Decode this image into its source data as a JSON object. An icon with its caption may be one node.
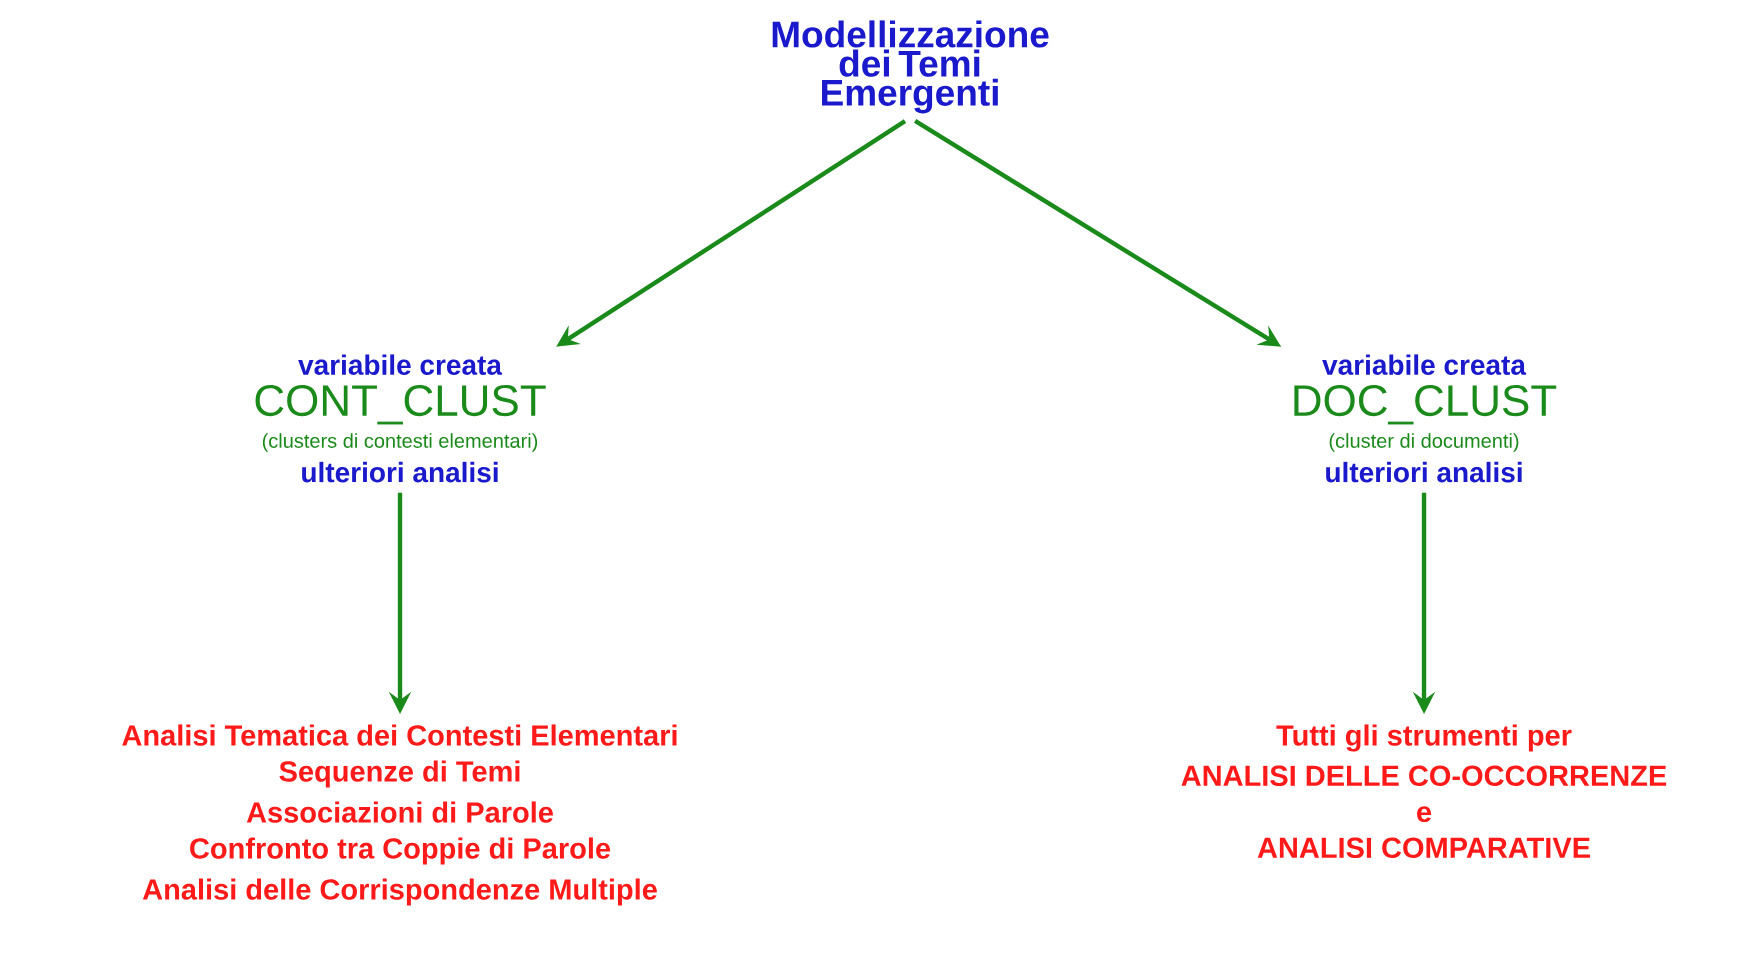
{
  "diagram": {
    "nodes": [
      {
        "text": [
          "Modellizzazione dei Temi Emergenti"
        ]
      },
      {
        "text": [
          "variabile creata",
          "CONT_CLUST",
          "(clusters di contesti elementari)",
          "ulteriori analisi"
        ]
      },
      {
        "text": [
          "variabile creata",
          "DOC_CLUST",
          "(cluster di documenti)",
          "ulteriori analisi"
        ]
      },
      {
        "text": [
          "Analisi Tematica dei Contesti Elementari",
          "Sequenze di Temi",
          "Associazioni di Parole",
          "Confronto tra Coppie di Parole",
          "Analisi delle Corrispondenze Multiple"
        ]
      },
      {
        "text": [
          "Tutti gli strumenti per",
          "ANALISI DELLE CO-OCCORRENZE",
          "e",
          "ANALISI COMPARATIVE"
        ]
      }
    ],
    "edges": [
      {
        "from": 0,
        "to": 1,
        "arrow": "to"
      },
      {
        "from": 0,
        "to": 2,
        "arrow": "to"
      },
      {
        "from": 1,
        "to": 3,
        "arrow": "to"
      },
      {
        "from": 2,
        "to": 4,
        "arrow": "to"
      }
    ]
  }
}
